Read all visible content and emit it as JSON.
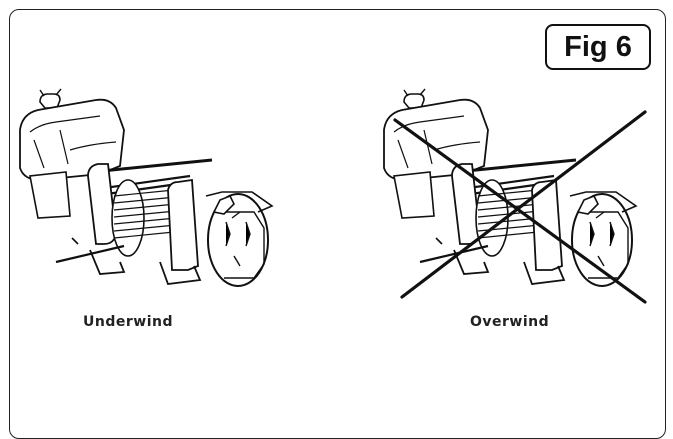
{
  "figure": {
    "label": "Fig 6",
    "panels": [
      {
        "caption": "Underwind",
        "correct": true
      },
      {
        "caption": "Overwind",
        "correct": false
      }
    ]
  },
  "colors": {
    "line": "#111111",
    "background": "#ffffff"
  },
  "icons": {
    "left": "winch-icon",
    "right": "winch-icon",
    "cross": "cross-out-icon"
  }
}
